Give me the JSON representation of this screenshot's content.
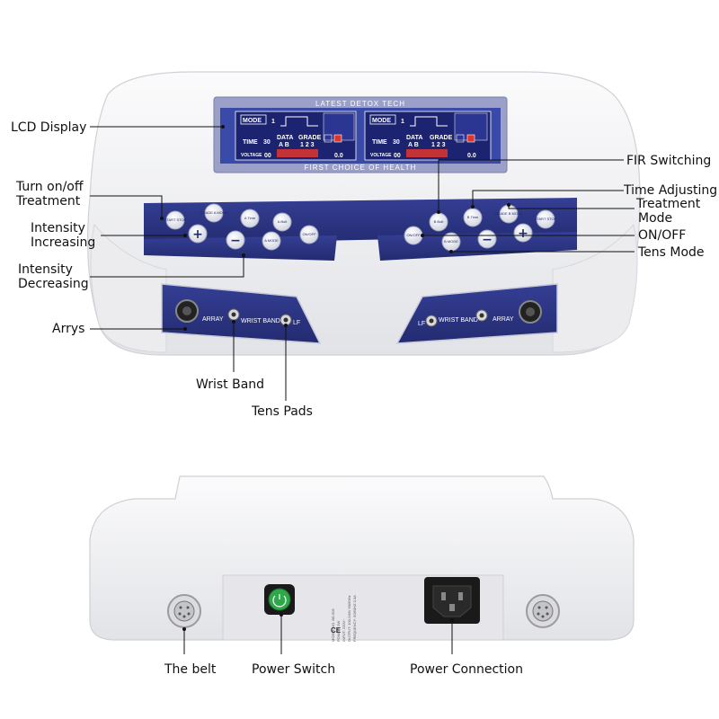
{
  "device_top": {
    "lcd_header": "LATEST DETOX TECH",
    "lcd_footer": "FIRST CHOICE OF HEALTH",
    "lcd_left": {
      "mode": "MODE",
      "mode_val": "1",
      "time": "TIME",
      "time_val": "30",
      "data": "DATA",
      "data_ab": "A B",
      "grade": "GRADE",
      "grade_val": "1 2 3",
      "voltage": "VOLTAGE",
      "voltage_val": "00",
      "current_val": "0.0"
    },
    "lcd_right": {
      "mode": "MODE",
      "mode_val": "1",
      "time": "TIME",
      "time_val": "30",
      "data": "DATA",
      "data_ab": "A B",
      "grade": "GRADE",
      "grade_val": "1 2 3",
      "voltage": "VOLTAGE",
      "voltage_val": "00",
      "current_val": "0.0"
    },
    "left_buttons": {
      "start_stop": "START STOP",
      "grade_mode": "GRADE A MODE",
      "a_time": "A Time",
      "a_bolt": "A Bolt",
      "a_mode": "A MODE",
      "on_off": "ON/OFF",
      "plus": "+",
      "minus": "−"
    },
    "right_buttons": {
      "on_off": "ON/OFF",
      "b_bolt": "B Bolt",
      "b_time": "B Time",
      "grade_mode": "GRADE B MODE",
      "start_stop": "START STOP",
      "b_mode": "B MODE",
      "plus": "+",
      "minus": "−"
    },
    "left_ports": {
      "array": "ARRAY",
      "wrist_band": "WRIST BAND",
      "lf": "LF"
    },
    "right_ports": {
      "lf": "LF",
      "wrist_band": "WRIST BAND",
      "array": "ARRAY"
    }
  },
  "callouts_top": {
    "lcd_display": "LCD Display",
    "turn_on_off_1": "Turn on/off",
    "turn_on_off_2": "Treatment",
    "intensity_inc_1": "Intensity",
    "intensity_inc_2": "Increasing",
    "intensity_dec_1": "Intensity",
    "intensity_dec_2": "Decreasing",
    "arrys": "Arrys",
    "wrist_band": "Wrist Band",
    "tens_pads": "Tens Pads",
    "fir_switching": "FIR Switching",
    "time_adjusting": "Time Adjusting",
    "treatment_mode_1": "Treatment",
    "treatment_mode_2": "Mode",
    "on_off": "ON/OFF",
    "tens_mode": "Tens Mode"
  },
  "callouts_bottom": {
    "the_belt": "The belt",
    "power_switch": "Power Switch",
    "power_connection": "Power Connection"
  },
  "device_back": {
    "label_lines": [
      "MODEL NO. BE-505",
      "POWER: 5W",
      "INPUT: 220V~",
      "OUTPUT: 100-240V 50/60Hz",
      "FREQUENCY: 50/60HZ 0.3A"
    ],
    "ce_mark": "CE"
  },
  "colors": {
    "panel_navy": "#2b3480",
    "lcd_screen": "#3a4aa8",
    "lcd_bezel": "#9aa0c8",
    "body_white": "#f3f3f5",
    "switch_green": "#2fa84a",
    "red_digit": "#e0352b"
  }
}
